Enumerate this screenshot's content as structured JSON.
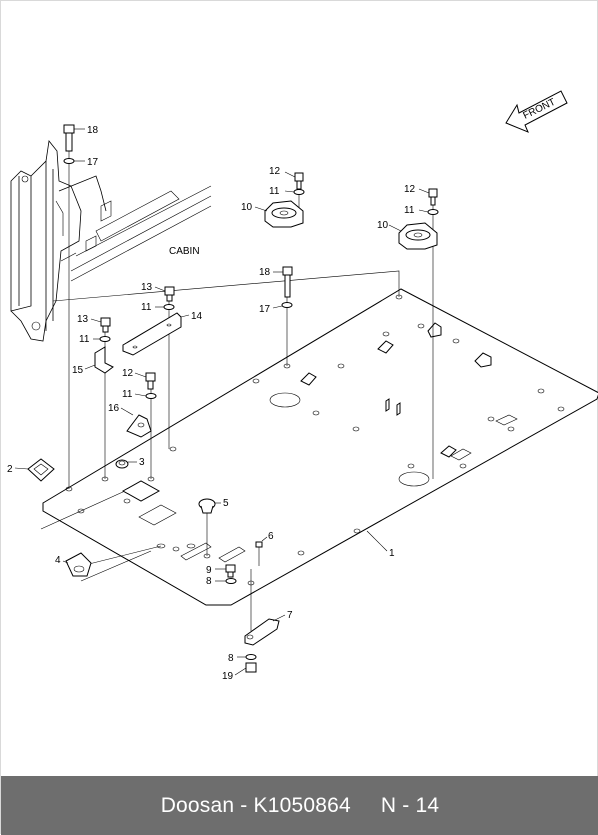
{
  "diagram": {
    "front_label": "FRONT",
    "cabin_label": "CABIN",
    "callouts": [
      {
        "id": "c18a",
        "text": "18"
      },
      {
        "id": "c17a",
        "text": "17"
      },
      {
        "id": "c12a",
        "text": "12"
      },
      {
        "id": "c11a",
        "text": "11"
      },
      {
        "id": "c10a",
        "text": "10"
      },
      {
        "id": "c12b",
        "text": "12"
      },
      {
        "id": "c11b",
        "text": "11"
      },
      {
        "id": "c10b",
        "text": "10"
      },
      {
        "id": "c18b",
        "text": "18"
      },
      {
        "id": "c17b",
        "text": "17"
      },
      {
        "id": "c13a",
        "text": "13"
      },
      {
        "id": "c11c",
        "text": "11"
      },
      {
        "id": "c14",
        "text": "14"
      },
      {
        "id": "c13b",
        "text": "13"
      },
      {
        "id": "c11d",
        "text": "11"
      },
      {
        "id": "c15",
        "text": "15"
      },
      {
        "id": "c12c",
        "text": "12"
      },
      {
        "id": "c11e",
        "text": "11"
      },
      {
        "id": "c16",
        "text": "16"
      },
      {
        "id": "c3",
        "text": "3"
      },
      {
        "id": "c2",
        "text": "2"
      },
      {
        "id": "c5",
        "text": "5"
      },
      {
        "id": "c1",
        "text": "1"
      },
      {
        "id": "c6",
        "text": "6"
      },
      {
        "id": "c4",
        "text": "4"
      },
      {
        "id": "c9",
        "text": "9"
      },
      {
        "id": "c8a",
        "text": "8"
      },
      {
        "id": "c7",
        "text": "7"
      },
      {
        "id": "c8b",
        "text": "8"
      },
      {
        "id": "c19",
        "text": "19"
      }
    ]
  },
  "footer": {
    "brand": "Doosan - K1050864",
    "page": "N - 14"
  }
}
